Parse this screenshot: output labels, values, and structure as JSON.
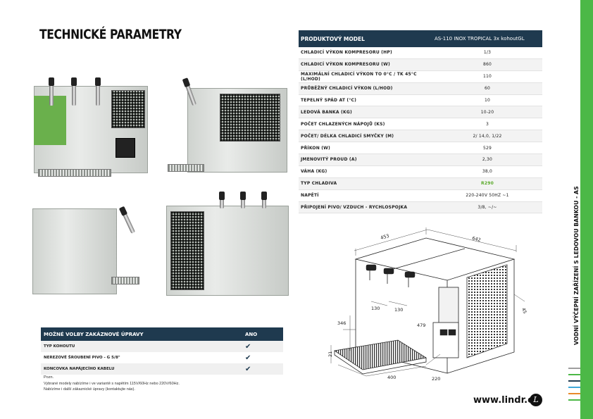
{
  "page_title": "TECHNICKÉ PARAMETRY",
  "spec_table": {
    "header": {
      "label": "PRODUKTOVÝ MODEL",
      "value": "AS-110 INOX TROPICAL 3x kohoutGL"
    },
    "rows": [
      {
        "label": "CHLADICÍ VÝKON KOMPRESORU (HP)",
        "value": "1/3"
      },
      {
        "label": "CHLADICÍ VÝKON KOMPRESORU (W)",
        "value": "860"
      },
      {
        "label": "MAXIMÁLNÍ CHLADICÍ VÝKON TO 0°C / TK 45°C (L/HOD)",
        "value": "110"
      },
      {
        "label": "PRŮBĚŽNÝ CHLADICÍ VÝKON (L/HOD)",
        "value": "60"
      },
      {
        "label": "TEPELNÝ SPÁD AT (°C)",
        "value": "10"
      },
      {
        "label": "LEDOVÁ BANKA (KG)",
        "value": "10-20"
      },
      {
        "label": "POČET CHLAZENÝCH NÁPOJŮ (KS)",
        "value": "3"
      },
      {
        "label": "POČET/ DÉLKA CHLADICÍ SMYČKY (M)",
        "value": "2/ 14,0, 1/22"
      },
      {
        "label": "PŘÍKON (W)",
        "value": "529"
      },
      {
        "label": "JMENOVITÝ PROUD (A)",
        "value": "2,30"
      },
      {
        "label": "VÁHA (KG)",
        "value": "38,0"
      },
      {
        "label": "TYP CHLADIVA",
        "value": "R290",
        "highlight": true
      },
      {
        "label": "NAPĚTÍ",
        "value": "220-240V 50HZ ~1"
      },
      {
        "label": "PŘIPOJENÍ PIVO/ VZDUCH - RYCHLOSPOJKA",
        "value": "3/8, ~/~"
      }
    ]
  },
  "options_table": {
    "header": {
      "label": "MOŽNÉ VOLBY ZAKÁZNOVÉ ÚPRAVY",
      "value": "ANO"
    },
    "rows": [
      {
        "label": "TYP KOHOUTU",
        "check": "✔"
      },
      {
        "label": "NEREZOVÉ ŠROUBENÍ PIVO - G 5/8\"",
        "check": "✔"
      },
      {
        "label": "KONCOVKA NAPÁJECÍHO KABELU",
        "check": "✔"
      }
    ]
  },
  "note": {
    "title": "Pozn.",
    "line1": "Vybrané modely nabízíme i ve variantě s napětím 115V/60Hz nebo 220V/60Hz.",
    "line2": "Nabízíme i další zákaznické úpravy (kontaktujte nás)."
  },
  "drawing": {
    "dim_depth": "453",
    "dim_width": "642",
    "dim_tap1": "130",
    "dim_tap2": "130",
    "dim_height": "346",
    "dim_side": "479",
    "dim_tray_h": "21",
    "dim_tray_w": "400",
    "dim_tray_d": "220",
    "dim_angle": "45"
  },
  "side_text": "VODNÍ VÝČEPNÍ ZAŘÍZENÍ S LEDOVOU BANKOU - AS",
  "website": "www.lindr.cz",
  "logo_letter": "L",
  "colors": {
    "header_bg": "#1f3a4f",
    "brand_green": "#4cb847",
    "refrigerant_green": "#5aaa2a"
  },
  "stripe_colors": [
    "#9e9e9e",
    "#4cb847",
    "#1f3a4f",
    "#3fa9d9",
    "#e88a2b",
    "#4cb847"
  ]
}
